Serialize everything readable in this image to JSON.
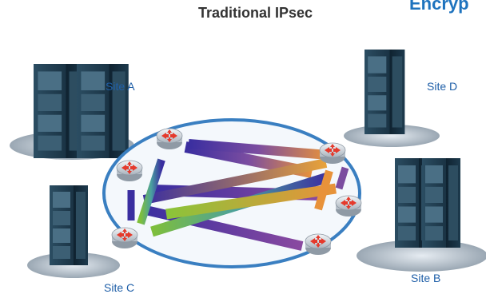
{
  "title": "Traditional IPsec",
  "subtitle": "Encryp",
  "sites": [
    {
      "label": "Site A"
    },
    {
      "label": "Site D"
    },
    {
      "label": "Site C"
    },
    {
      "label": "Site B"
    }
  ],
  "colors": {
    "title": "#333333",
    "subtitle": "#1e73be",
    "site_label": "#1f5fa8",
    "network_ellipse_border": "#3a7fc1",
    "router_body": "#c9ced4",
    "router_arrow": "#e53a2c",
    "server_dark": "#1f3a4c",
    "server_light": "#2f5b72"
  },
  "icons": [
    "server-rack-icon",
    "router-icon",
    "ipsec-tunnel"
  ]
}
